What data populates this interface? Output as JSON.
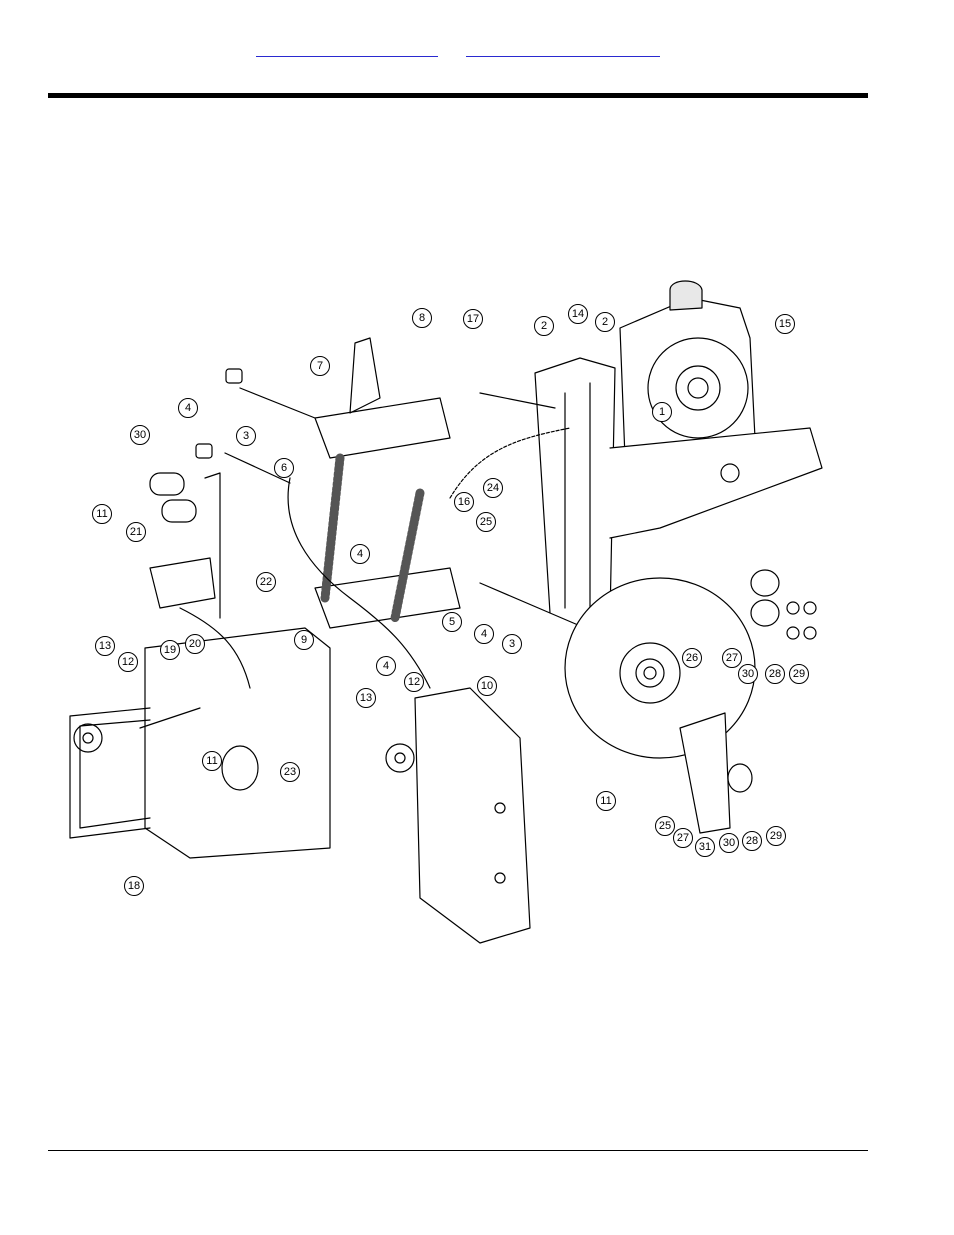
{
  "header": {
    "link_a": "",
    "link_b": ""
  },
  "diagram": {
    "callouts": [
      {
        "num": "1"
      },
      {
        "num": "2"
      },
      {
        "num": "2"
      },
      {
        "num": "3"
      },
      {
        "num": "3"
      },
      {
        "num": "4"
      },
      {
        "num": "4"
      },
      {
        "num": "4"
      },
      {
        "num": "4"
      },
      {
        "num": "5"
      },
      {
        "num": "6"
      },
      {
        "num": "7"
      },
      {
        "num": "8"
      },
      {
        "num": "9"
      },
      {
        "num": "10"
      },
      {
        "num": "11"
      },
      {
        "num": "11"
      },
      {
        "num": "11"
      },
      {
        "num": "12"
      },
      {
        "num": "12"
      },
      {
        "num": "13"
      },
      {
        "num": "13"
      },
      {
        "num": "14"
      },
      {
        "num": "15"
      },
      {
        "num": "16"
      },
      {
        "num": "17"
      },
      {
        "num": "18"
      },
      {
        "num": "19"
      },
      {
        "num": "20"
      },
      {
        "num": "21"
      },
      {
        "num": "22"
      },
      {
        "num": "23"
      },
      {
        "num": "24"
      },
      {
        "num": "25"
      },
      {
        "num": "25"
      },
      {
        "num": "26"
      },
      {
        "num": "27"
      },
      {
        "num": "27"
      },
      {
        "num": "28"
      },
      {
        "num": "28"
      },
      {
        "num": "29"
      },
      {
        "num": "29"
      },
      {
        "num": "30"
      },
      {
        "num": "30"
      },
      {
        "num": "30"
      },
      {
        "num": "31"
      }
    ]
  }
}
